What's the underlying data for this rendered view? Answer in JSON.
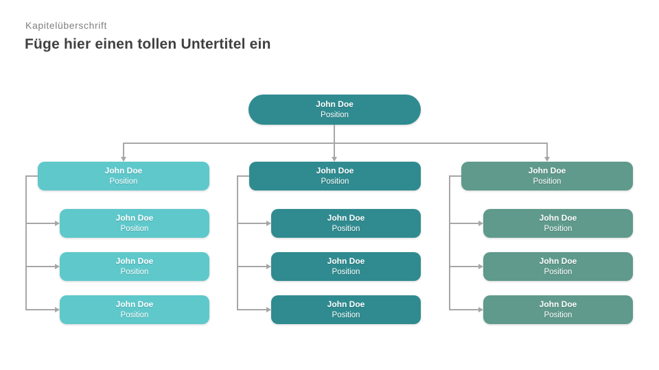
{
  "header": {
    "kicker": "Kapitelüberschrift",
    "title": "Füge hier einen tollen Untertitel ein"
  },
  "colors": {
    "connector": "#A6A6A6",
    "node_text": "#FFFFFF",
    "kicker_text": "#7F7F7F",
    "title_text": "#404040",
    "root_fill": "#2F8B90",
    "branch_fills": [
      "#5EC8CB",
      "#2F8B90",
      "#5F9A8C"
    ]
  },
  "root": {
    "name": "John Doe",
    "role": "Position",
    "color": "#2F8B90"
  },
  "branches": [
    {
      "label": "left",
      "color": "#5EC8CB",
      "head": {
        "name": "John Doe",
        "role": "Position"
      },
      "children": [
        {
          "name": "John Doe",
          "role": "Position"
        },
        {
          "name": "John Doe",
          "role": "Position"
        },
        {
          "name": "John Doe",
          "role": "Position"
        }
      ]
    },
    {
      "label": "middle",
      "color": "#2F8B90",
      "head": {
        "name": "John Doe",
        "role": "Position"
      },
      "children": [
        {
          "name": "John Doe",
          "role": "Position"
        },
        {
          "name": "John Doe",
          "role": "Position"
        },
        {
          "name": "John Doe",
          "role": "Position"
        }
      ]
    },
    {
      "label": "right",
      "color": "#5F9A8C",
      "head": {
        "name": "John Doe",
        "role": "Position"
      },
      "children": [
        {
          "name": "John Doe",
          "role": "Position"
        },
        {
          "name": "John Doe",
          "role": "Position"
        },
        {
          "name": "John Doe",
          "role": "Position"
        }
      ]
    }
  ]
}
